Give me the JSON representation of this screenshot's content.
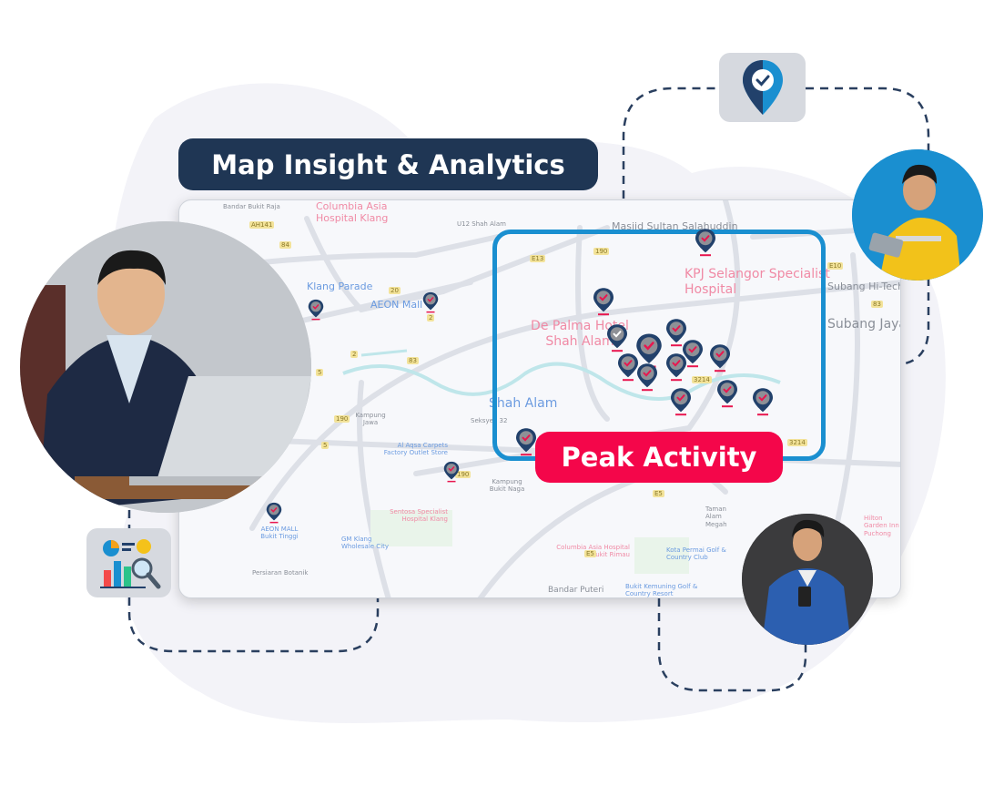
{
  "title": "Map Insight & Analytics",
  "highlight_label": "Peak Activity",
  "colors": {
    "title_bg": "#1f3654",
    "highlight_border": "#1a8fd0",
    "peak_bg": "#f4064a",
    "pin_navy": "#22416b",
    "pin_check": "#e8174f",
    "dash": "#2a3f5f",
    "blob": "#f3f3f8"
  },
  "icons": {
    "top": "location-check-icon",
    "bottom_left": "analytics-insight-icon"
  },
  "people": {
    "left": "businessman-laptop-photo",
    "top_right": "engineer-tablet-photo",
    "bottom_right": "worker-phone-photo"
  },
  "map": {
    "labels": [
      "Columbia Asia Hospital Klang",
      "Bandar Bukit Raja",
      "Klang Parade",
      "AEON Mall",
      "U12 Shah Alam",
      "Masjid Sultan Salahuddin",
      "Shah Alam",
      "KPJ Selangor Specialist Hospital",
      "De Palma Hotel Shah Alam",
      "Subang Hi-Tech",
      "Subang Jaya",
      "Al Aqsa Carpets Factory Outlet Store",
      "Sentosa Specialist Hospital Klang",
      "AEON MALL Bukit Tinggi",
      "GM Klang Wholesale City",
      "Persiaran Botanik",
      "Kampung Jawa",
      "Seksyen 32",
      "Kampung Bukit Naga",
      "Columbia Asia Hospital Bukit Rimau",
      "Kota Permai Golf & Country Club",
      "Bukit Kemuning Golf & Country Resort",
      "Hilton Garden Inn Puchong",
      "Taman Alam Megah",
      "Bandar Puteri"
    ],
    "road_shields": [
      "AH141",
      "84",
      "20",
      "2",
      "2",
      "5",
      "83",
      "190",
      "E13",
      "190",
      "3214",
      "3214",
      "190",
      "5",
      "E5",
      "E5",
      "E10",
      "83"
    ]
  }
}
